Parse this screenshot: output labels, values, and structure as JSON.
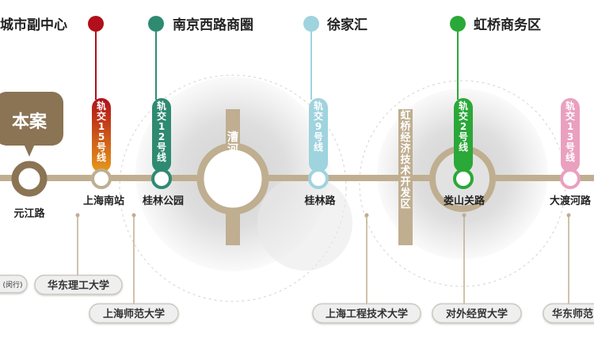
{
  "colors": {
    "main_line": "#bfae90",
    "brand": "#8a7454",
    "station_fill": "#ffffff",
    "tag_fill": "#efefef",
    "tag_stroke": "#c7c2b8",
    "tag_text": "#333333",
    "circle_fill": "#dcdcdc"
  },
  "districts": [
    {
      "id": "city-sub-center",
      "label": "城市副中心",
      "color": "#b10f1a"
    },
    {
      "id": "nanjing-west-road",
      "label": "南京西路商圈",
      "color": "#2f8a72"
    },
    {
      "id": "xujiahui",
      "label": "徐家汇",
      "color": "#9fd3de"
    },
    {
      "id": "hongqiao",
      "label": "虹桥商务区",
      "color": "#2aa838"
    }
  ],
  "metro_lines": [
    {
      "id": "line-15",
      "label": "轨交15号线",
      "colors": [
        "#b10f1a",
        "#e69a1a"
      ]
    },
    {
      "id": "line-12",
      "label": "轨交12号线",
      "colors": [
        "#2f8a72"
      ]
    },
    {
      "id": "line-9",
      "label": "轨交9号线",
      "colors": [
        "#9fd3de"
      ]
    },
    {
      "id": "line-2",
      "label": "轨交2号线",
      "colors": [
        "#2aa838"
      ]
    },
    {
      "id": "line-13",
      "label": "轨交13号线",
      "colors": [
        "#eaa0bf"
      ]
    }
  ],
  "project_badge": "本案",
  "stations": [
    {
      "id": "yuanjiang-road",
      "label": "元江路"
    },
    {
      "id": "shanghai-south",
      "label": "上海南站"
    },
    {
      "id": "guilin-park",
      "label": "桂林公园"
    },
    {
      "id": "guilin-road",
      "label": "桂林路"
    },
    {
      "id": "loushanguan-road",
      "label": "娄山关路"
    },
    {
      "id": "dadu-river-road",
      "label": "大渡河路"
    }
  ],
  "dev_zones": [
    {
      "id": "caohejing",
      "label": "漕河泾开发区"
    },
    {
      "id": "hongqiao-econ",
      "label": "虹桥经济技术开发区"
    }
  ],
  "universities": [
    {
      "id": "minhang",
      "label": "(闵行)"
    },
    {
      "id": "ecust",
      "label": "华东理工大学"
    },
    {
      "id": "shnu",
      "label": "上海师范大学"
    },
    {
      "id": "sues",
      "label": "上海工程技术大学"
    },
    {
      "id": "uibe",
      "label": "对外经贸大学"
    },
    {
      "id": "ecnu",
      "label": "华东师范"
    }
  ]
}
